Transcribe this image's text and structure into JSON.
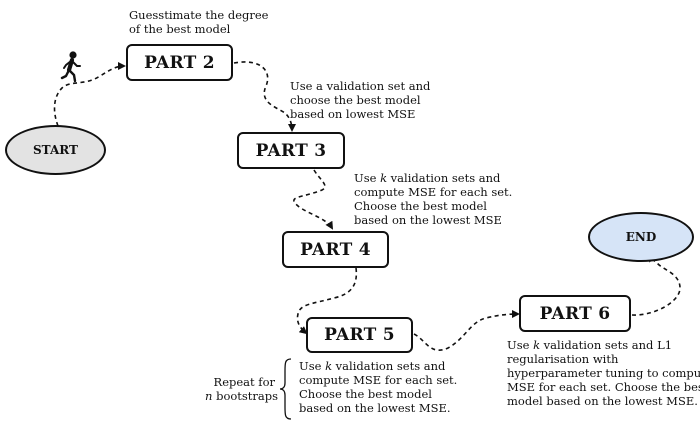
{
  "colors": {
    "start_fill": "#e3e3e3",
    "end_fill": "#d6e4f7",
    "line": "#111111"
  },
  "nodes": {
    "start": "START",
    "end": "END",
    "part2": "PART 2",
    "part3": "PART 3",
    "part4": "PART 4",
    "part5": "PART 5",
    "part6": "PART 6"
  },
  "icons": {
    "walker": "walking-person-icon"
  },
  "notes": {
    "part2": [
      "Guesstimate the degree",
      "of the best model"
    ],
    "part3": [
      "Use a validation set and",
      "choose the best model",
      "based on lowest MSE"
    ],
    "part4": {
      "line1_pre": "Use ",
      "line1_k": "k",
      "line1_post": " validation sets and",
      "rest": [
        "compute MSE for each set.",
        "Choose the best model",
        "based on the lowest MSE"
      ]
    },
    "part5": {
      "line1_pre": "Use ",
      "line1_k": "k",
      "line1_post": " validation sets and",
      "rest": [
        "compute MSE for each set.",
        "Choose the best model",
        "based on the lowest MSE."
      ]
    },
    "part6": {
      "line1_pre": "Use ",
      "line1_k": "k",
      "line1_post": " validation sets and L1",
      "rest": [
        "regularisation with",
        "hyperparameter tuning to compute",
        "MSE for each set. Choose the best",
        "model based on the lowest MSE."
      ]
    },
    "repeat": {
      "line1": "Repeat for",
      "line2_n": "n",
      "line2_post": " bootstraps"
    }
  }
}
